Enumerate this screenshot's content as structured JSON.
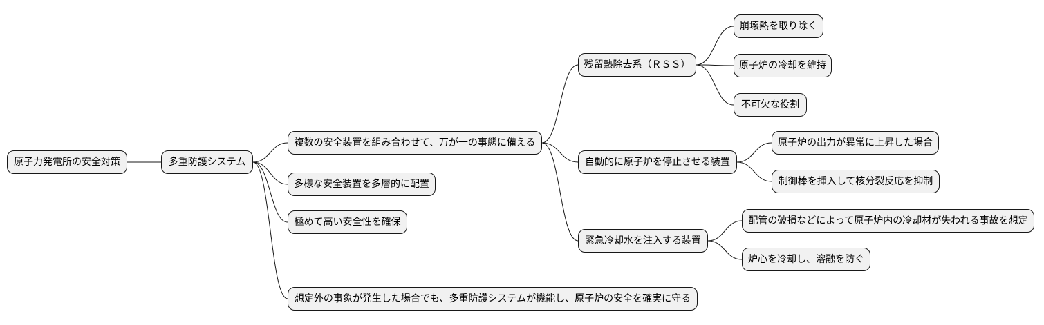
{
  "mindmap": {
    "root": {
      "id": "root",
      "label": "原子力発電所の安全対策",
      "children": [
        {
          "id": "n1",
          "label": "多重防護システム",
          "children": [
            {
              "id": "n1a",
              "label": "複数の安全装置を組み合わせて、万が一の事態に備える",
              "children": [
                {
                  "id": "n1a1",
                  "label": "残留熱除去系（ＲＳＳ）",
                  "children": [
                    {
                      "id": "n1a1a",
                      "label": "崩壊熱を取り除く",
                      "children": []
                    },
                    {
                      "id": "n1a1b",
                      "label": "原子炉の冷却を維持",
                      "children": []
                    },
                    {
                      "id": "n1a1c",
                      "label": "不可欠な役割",
                      "children": []
                    }
                  ]
                },
                {
                  "id": "n1a2",
                  "label": "自動的に原子炉を停止させる装置",
                  "children": [
                    {
                      "id": "n1a2a",
                      "label": "原子炉の出力が異常に上昇した場合",
                      "children": []
                    },
                    {
                      "id": "n1a2b",
                      "label": "制御棒を挿入して核分裂反応を抑制",
                      "children": []
                    }
                  ]
                },
                {
                  "id": "n1a3",
                  "label": "緊急冷却水を注入する装置",
                  "children": [
                    {
                      "id": "n1a3a",
                      "label": "配管の破損などによって原子炉内の冷却材が失われる事故を想定",
                      "children": []
                    },
                    {
                      "id": "n1a3b",
                      "label": "炉心を冷却し、溶融を防ぐ",
                      "children": []
                    }
                  ]
                }
              ]
            },
            {
              "id": "n1b",
              "label": "多様な安全装置を多層的に配置",
              "children": []
            },
            {
              "id": "n1c",
              "label": "極めて高い安全性を確保",
              "children": []
            },
            {
              "id": "n1d",
              "label": "想定外の事象が発生した場合でも、多重防護システムが機能し、原子炉の安全を確実に守る",
              "children": []
            }
          ]
        }
      ]
    }
  }
}
